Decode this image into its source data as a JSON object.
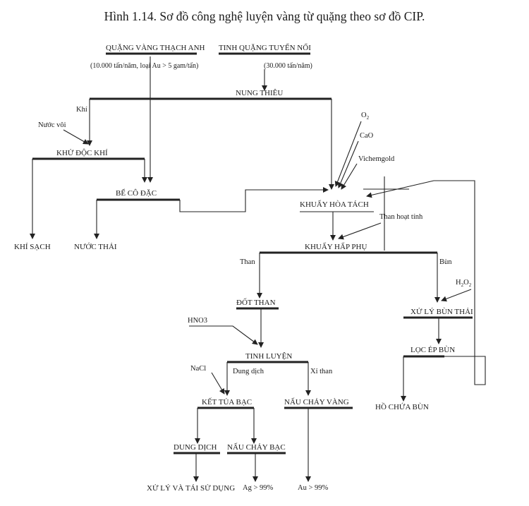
{
  "title": "Hình 1.14. Sơ đồ công nghệ luyện vàng từ quặng theo sơ đồ CIP.",
  "nodes": {
    "quang_vang": "QUẶNG VÀNG THẠCH ANH",
    "quang_vang_note": "(10.000 tấn/năm, loại Au > 5 gam/tấn)",
    "tinh_quang": "TINH QUẶNG TUYỂN NỔI",
    "tinh_quang_note": "(30.000 tấn/năm)",
    "nung_thieu": "NUNG THIÊU",
    "khu_doc_khi": "KHỬ ĐỘC KHÍ",
    "be_co_dac": "BỂ CÔ ĐẶC",
    "khuay_hoa_tach": "KHUẤY HÒA TÁCH",
    "khi_sach": "KHÍ SẠCH",
    "nuoc_thai": "NƯỚC THẢI",
    "khuay_hap_phu": "KHUẤY HẤP PHỤ",
    "dot_than": "ĐỐT THAN",
    "xu_ly_bun_thai": "XỬ LÝ BÙN THẢI",
    "loc_ep_bun": "LỌC ÉP BÙN",
    "ho_chua_bun": "HỒ CHỨA BÙN",
    "tinh_luyen": "TINH LUYỆN",
    "ket_tua_bac": "KẾT TỦA BẠC",
    "nau_chay_vang": "NẤU CHẢY VÀNG",
    "dung_dich": "DUNG DỊCH",
    "nau_chay_bac": "NẤU CHẢY BẠC",
    "xu_ly_tai_su_dung": "XỬ LÝ VÀ TÁI SỬ DỤNG"
  },
  "labels": {
    "khi": "Khí",
    "nuoc_voi": "Nước vôi",
    "o2": "O",
    "o2_sub": "2",
    "cao": "CaO",
    "vichemgold": "Vichemgold",
    "than_hoat_tinh": "Than hoạt tính",
    "than": "Than",
    "bun": "Bùn",
    "h2o2": "H",
    "h2o2_sub1": "2",
    "h2o2_o": "O",
    "h2o2_sub2": "2",
    "hno3": "HNO3",
    "nacl": "NaCl",
    "dung_dich_small": "Dung dịch",
    "xi_than": "Xỉ than",
    "ag": "Ag > 99%",
    "au": "Au > 99%"
  }
}
